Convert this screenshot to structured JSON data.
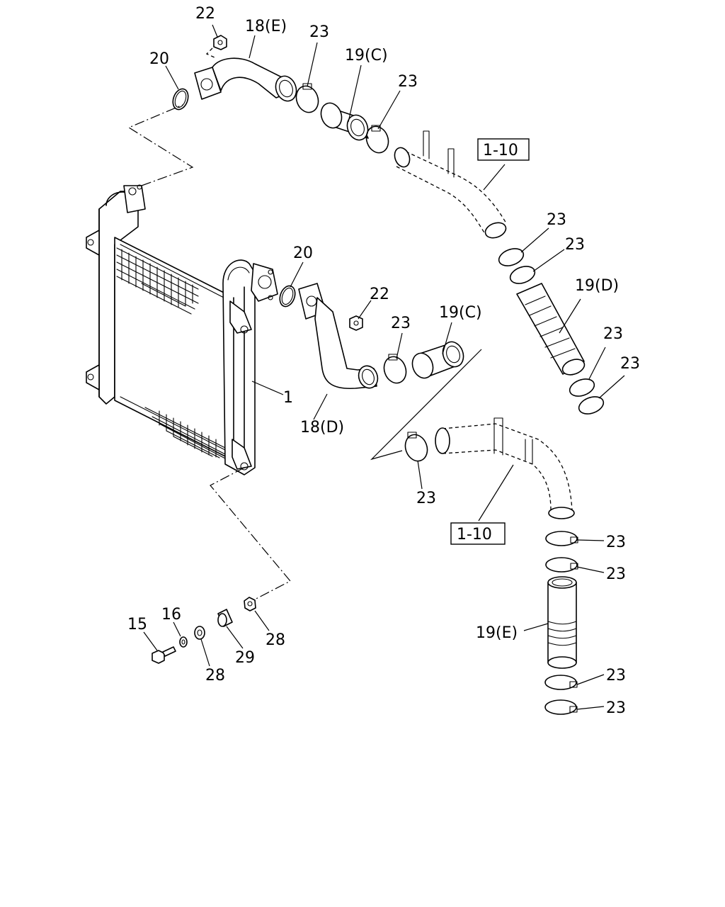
{
  "callouts": {
    "c_22_top": "22",
    "c_18E": "18(E)",
    "c_23_a": "23",
    "c_19C_top": "19(C)",
    "c_20_top": "20",
    "c_23_b": "23",
    "ref_110_top": "1-10",
    "c_23_c": "23",
    "c_23_d": "23",
    "c_19D": "19(D)",
    "c_20_mid": "20",
    "c_22_mid": "22",
    "c_19C_mid": "19(C)",
    "c_23_e": "23",
    "c_23_f": "23",
    "c_23_g": "23",
    "c_1": "1",
    "c_18D": "18(D)",
    "c_23_h": "23",
    "ref_110_bottom": "1-10",
    "c_23_i": "23",
    "c_23_j": "23",
    "c_19E": "19(E)",
    "c_23_k": "23",
    "c_23_l": "23",
    "c_15": "15",
    "c_16": "16",
    "c_28_right": "28",
    "c_29": "29",
    "c_28_left": "28"
  }
}
